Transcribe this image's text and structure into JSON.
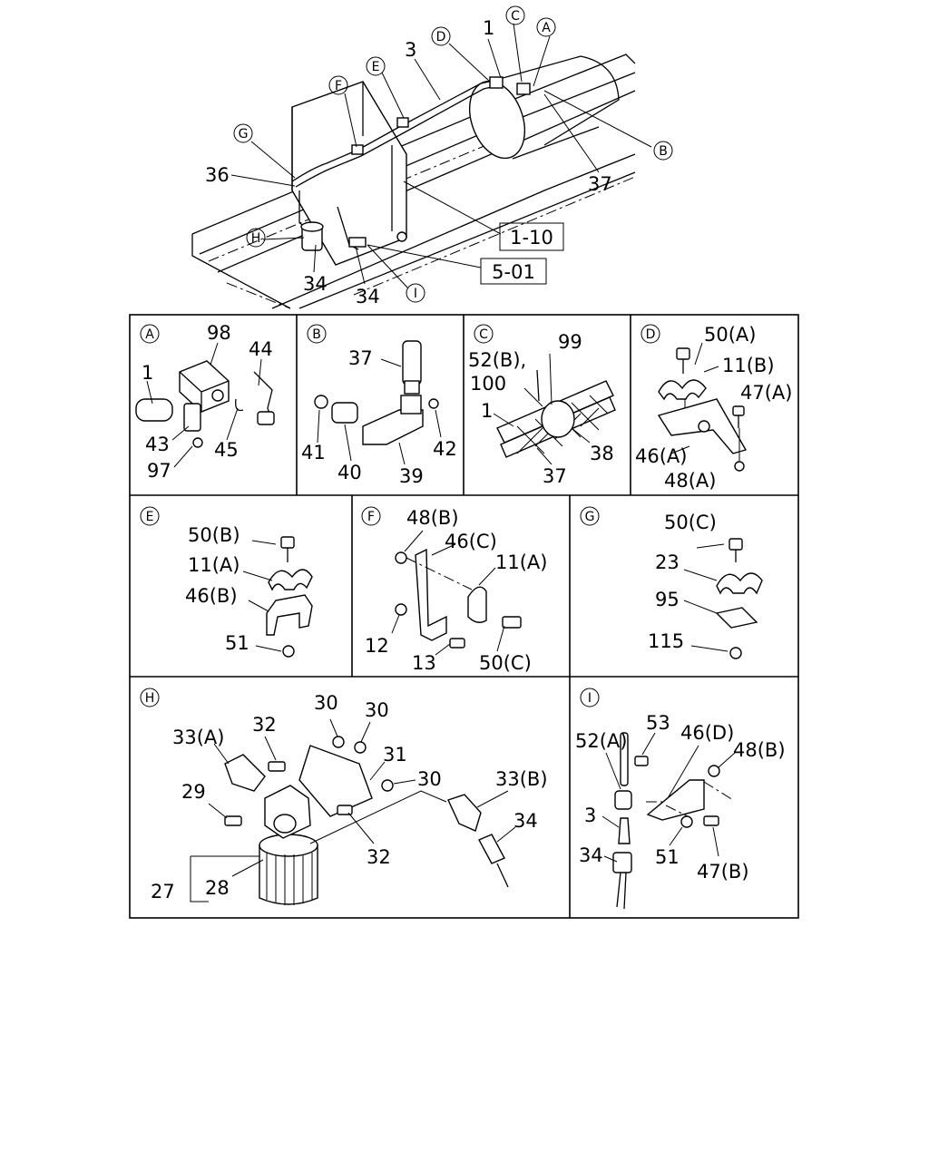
{
  "overview": {
    "labels": {
      "p1": "1",
      "p3": "3",
      "p36": "36",
      "p37": "37",
      "p34a": "34",
      "p34b": "34"
    },
    "circle_letters": {
      "A": "A",
      "B": "B",
      "C": "C",
      "D": "D",
      "E": "E",
      "F": "F",
      "G": "G",
      "H": "H",
      "I": "I"
    },
    "ref_boxes": {
      "r1": "1-10",
      "r2": "5-01"
    }
  },
  "panels": {
    "A": {
      "letter": "A",
      "labels": [
        "98",
        "44",
        "1",
        "43",
        "45",
        "97"
      ]
    },
    "B": {
      "letter": "B",
      "labels": [
        "37",
        "41",
        "40",
        "39",
        "42"
      ]
    },
    "C": {
      "letter": "C",
      "labels": [
        "99",
        "52(B),",
        "100",
        "1",
        "38",
        "37"
      ]
    },
    "D": {
      "letter": "D",
      "labels": [
        "50(A)",
        "11(B)",
        "47(A)",
        "46(A)",
        "48(A)"
      ]
    },
    "E": {
      "letter": "E",
      "labels": [
        "50(B)",
        "11(A)",
        "46(B)",
        "51"
      ]
    },
    "F": {
      "letter": "F",
      "labels": [
        "48(B)",
        "46(C)",
        "11(A)",
        "12",
        "13",
        "50(C)"
      ]
    },
    "G": {
      "letter": "G",
      "labels": [
        "50(C)",
        "23",
        "95",
        "115"
      ]
    },
    "H": {
      "letter": "H",
      "labels": [
        "30",
        "30",
        "32",
        "33(A)",
        "31",
        "30",
        "33(B)",
        "29",
        "34",
        "32",
        "28",
        "27"
      ]
    },
    "I": {
      "letter": "I",
      "labels": [
        "53",
        "52(A)",
        "46(D)",
        "48(B)",
        "3",
        "34",
        "51",
        "47(B)"
      ]
    }
  }
}
